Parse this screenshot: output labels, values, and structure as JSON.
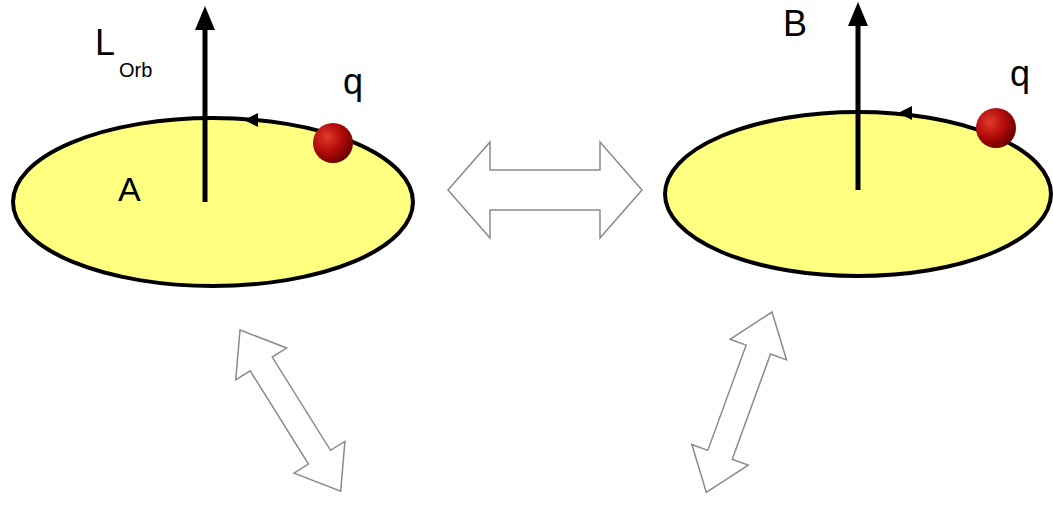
{
  "diagram": {
    "labels": [
      "L",
      "Orb",
      "A",
      "q",
      "B",
      "q"
    ]
  }
}
